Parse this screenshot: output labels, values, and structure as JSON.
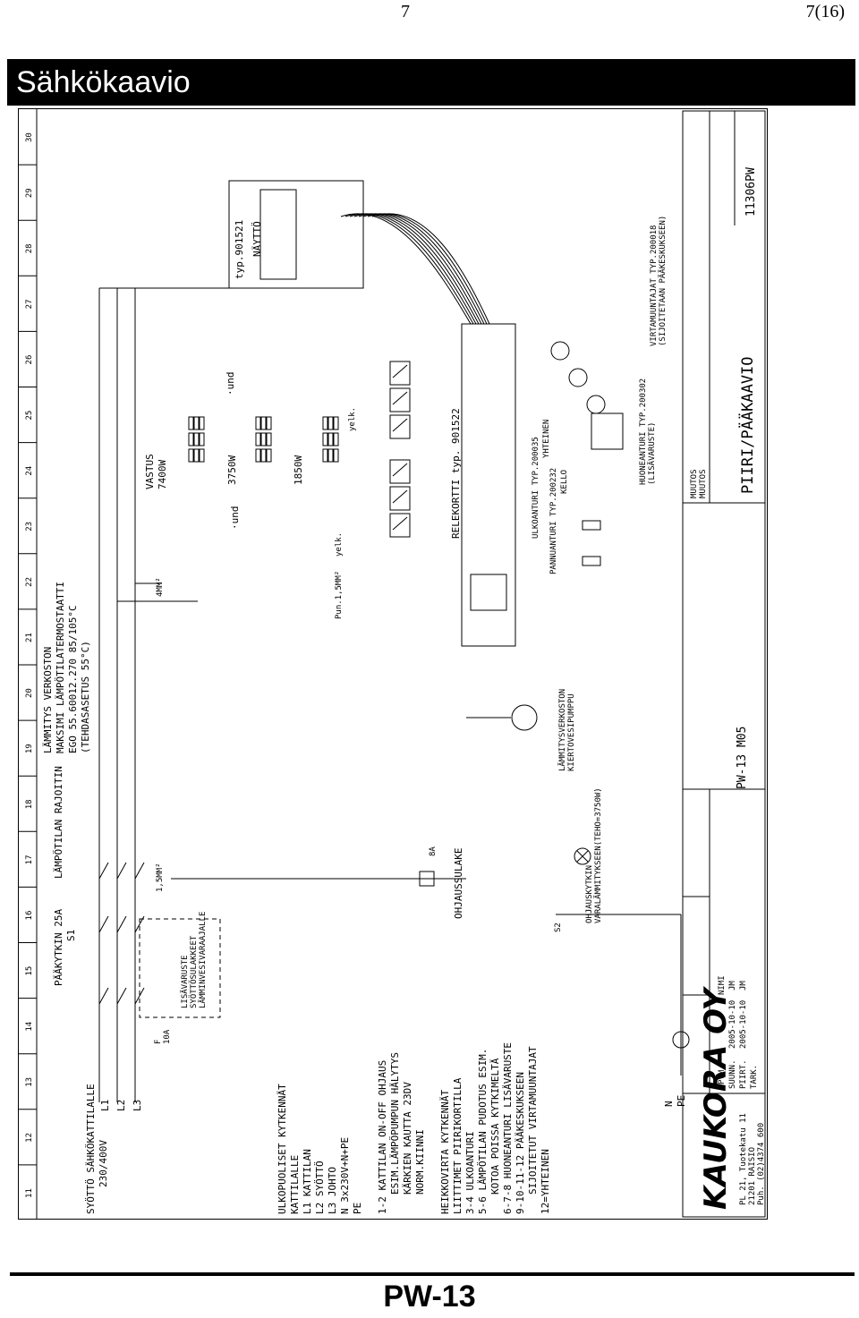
{
  "header": {
    "page_number": "7",
    "page_of": "7(16)",
    "title": "Sähkökaavio"
  },
  "footer": {
    "title": "PW-13"
  },
  "column_numbers": [
    "11",
    "12",
    "13",
    "14",
    "15",
    "16",
    "17",
    "18",
    "19",
    "20",
    "21",
    "22",
    "23",
    "24",
    "25",
    "26",
    "27",
    "28",
    "29",
    "30"
  ],
  "left_notes": [
    "SYÖTTÖ SÄHKÖKATTILALLE",
    "230/400V",
    "ULKOPUOLISET KYTKENNÄT",
    "KATTILALLE",
    "L1 KATTILAN",
    "L2 SYÖTTÖ",
    "L3 JOHTO",
    "N  3x230V+N+PE",
    "PE",
    "1-2 KATTILAN ON-OFF OHJAUS",
    "ESIM.LÄMPÖPUMPUN HÄLYTYS",
    "KÄRKIEN KAUTTA 23DV",
    "NORM.KIINNI",
    "HEIKKOVIRTA KYTKENNÄT",
    "LIITTIMET PIIRIKORTILLA",
    "3-4 ULKOANTURI",
    "5-6 LÄMPÖTILAN PUDOTUS ESIM.",
    "KOTOA POISSA KYTKIMELTÄ",
    "6-7-8 HUONEANTURI LISÄVARUSTE",
    "9-10-11-12 PÄÄKESKUKSEEN",
    "SIJOITETUT VIRTAMUUNTAJAT",
    "12=YHTEINEN"
  ],
  "labels": {
    "main_switch": "PÄÄKYTKIN 25A",
    "s1": "S1",
    "thermal_limiter": "LÄMPÖTILAN RAJOITIN",
    "heating_circuit": "LÄMMITYS VERKOSTON",
    "max_thermostat": "MAKSIMI LÄMPÖTILATERMOSTAATTI",
    "ego": "EGO 55.60012.270 85/105°C",
    "tehdas": "(TEHDASASETUS 55°C)",
    "accessories": "LISÄVARUSTE",
    "feed_fuses": "SYÖTTÖSULAKKEET",
    "water_heater": "LÄMMINVESIVARAAJALLE",
    "fuse_f": "F",
    "fuse_10a": "10A",
    "control_fuse": "OHJAUSSULAKE",
    "fuse_8a": "8A",
    "pump_name": "LÄMMITYSVERKOSTON",
    "pump_name2": "KIERTOVESIPUMPPU",
    "backup_switch": "OHJAUSKYTKIN",
    "backup_heating": "VARALÄMMITYKSEEN(TEHO=3750W)",
    "s2": "S2",
    "resistance": "VASTUS",
    "res_7400": "7400W",
    "res_3750": "3750W",
    "res_1850": "1850W",
    "relay_card": "RELEKORTTI typ. 901522",
    "display": "NÄYTTÖ",
    "display_type": "typ.901521",
    "boiler_sensor": "PANNUANTURI TYP.200232",
    "outdoor_sensor": "ULKOANTURI TYP.200035",
    "clock": "KELLO",
    "common": "YHTEINEN",
    "room_sensor": "HUONEANTURI TYP.200302",
    "room_sensor_opt": "(LISÄVARUSTE)",
    "ct_name": "VIRTAMUUNTAJAT TYP.200018",
    "ct_place": "(SIJOITETAAN PÄÄKESKUKSEEN)",
    "yell": "yelk.",
    "und": "·und",
    "pun": "Pun.1,5MM²",
    "wire_4mm": "4MM²",
    "wire_15": "1,5MM²",
    "n_label": "N",
    "pe_label": "PE",
    "l1": "L1",
    "l2": "L2",
    "l3": "L3"
  },
  "title_block": {
    "company": "KAUKORA OY",
    "address1": "PL 21, Tuotekatu 11",
    "address2": "21201 RAISIO",
    "phone": "Puh. (02)4374 600",
    "rows": [
      {
        "role": "SUUNN.",
        "date": "2005-10-10",
        "name": "JM"
      },
      {
        "role": "PIIRT.",
        "date": "2005-10-10",
        "name": "JM"
      },
      {
        "role": "TARK.",
        "date": "",
        "name": ""
      }
    ],
    "pvm": "PVM",
    "nimi": "NIMI",
    "model": "PW-13 M05",
    "drawing_title": "PIIRI/PÄÄKAAVIO",
    "drawing_number": "11306PW",
    "muutos": "MUUTOS"
  }
}
